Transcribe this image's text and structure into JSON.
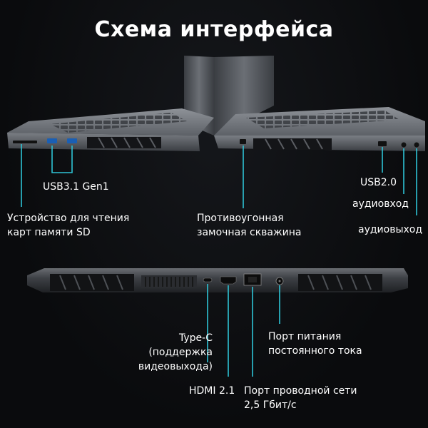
{
  "title": "Схема интерфейса",
  "accent_color": "#2ec4d6",
  "labels": {
    "usb31": "USB3.1 Gen1",
    "sd_line1": "Устройство для чтения",
    "sd_line2": "карт памяти SD",
    "lock_line1": "Противоугонная",
    "lock_line2": "замочная скважина",
    "usb20": "USB2.0",
    "audio_in": "аудиовход",
    "audio_out": "аудиовыход",
    "typec_line1": "Type-C",
    "typec_line2": "(поддержка",
    "typec_line3": "видеовыхода)",
    "hdmi": "HDMI 2.1",
    "dc_line1": "Порт питания",
    "dc_line2": "постоянного тока",
    "lan_line1": "Порт проводной сети",
    "lan_line2": "2,5 Гбит/с"
  }
}
